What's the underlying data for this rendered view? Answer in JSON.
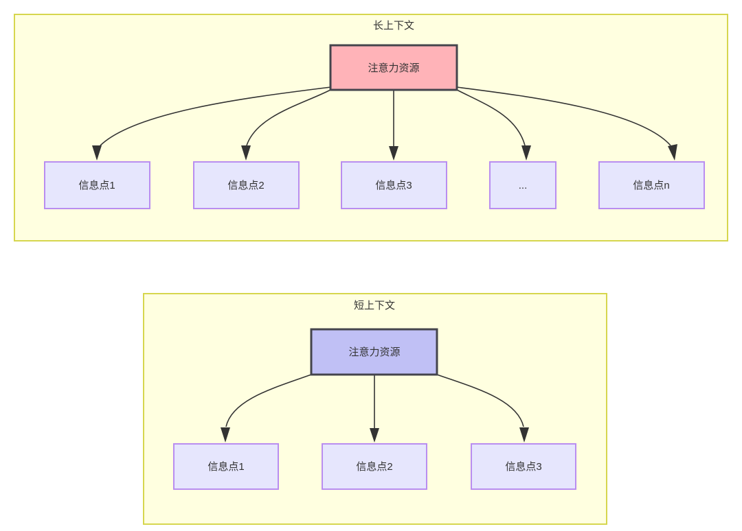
{
  "colors": {
    "panel_fill": "#ffffe0",
    "panel_stroke": "#d6d64e",
    "hub_long_fill": "#ffb3b8",
    "hub_short_fill": "#c0c0f5",
    "hub_stroke": "#44444c",
    "info_fill": "#e6e6fd",
    "info_stroke": "#b98df0",
    "edge_stroke": "#333333",
    "text": "#333333",
    "background": "#ffffff"
  },
  "panels": [
    {
      "id": "long-context",
      "title": "长上下文",
      "hub": {
        "label": "注意力资源"
      },
      "nodes": [
        {
          "label": "信息点1"
        },
        {
          "label": "信息点2"
        },
        {
          "label": "信息点3"
        },
        {
          "label": "..."
        },
        {
          "label": "信息点n"
        }
      ]
    },
    {
      "id": "short-context",
      "title": "短上下文",
      "hub": {
        "label": "注意力资源"
      },
      "nodes": [
        {
          "label": "信息点1"
        },
        {
          "label": "信息点2"
        },
        {
          "label": "信息点3"
        }
      ]
    }
  ]
}
